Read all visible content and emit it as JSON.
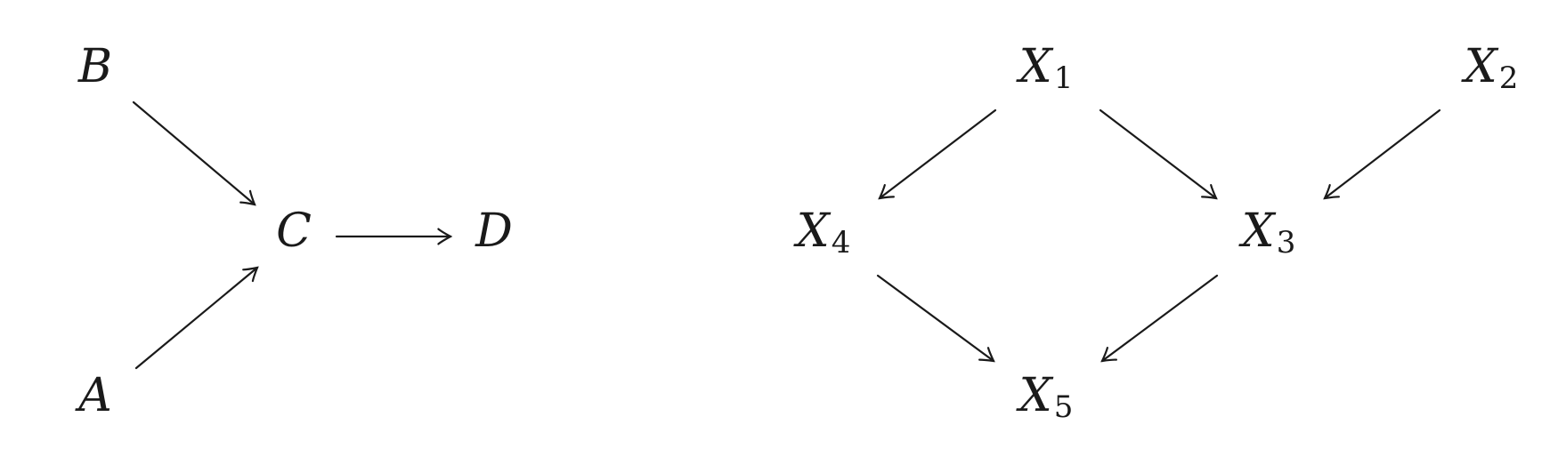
{
  "left_graph": {
    "nodes": [
      {
        "id": "B",
        "label": "B",
        "sub": ""
      },
      {
        "id": "C",
        "label": "C",
        "sub": ""
      },
      {
        "id": "D",
        "label": "D",
        "sub": ""
      },
      {
        "id": "A",
        "label": "A",
        "sub": ""
      }
    ],
    "edges": [
      {
        "from": "B",
        "to": "C"
      },
      {
        "from": "A",
        "to": "C"
      },
      {
        "from": "C",
        "to": "D"
      }
    ]
  },
  "right_graph": {
    "nodes": [
      {
        "id": "X1",
        "label": "X",
        "sub": "1"
      },
      {
        "id": "X2",
        "label": "X",
        "sub": "2"
      },
      {
        "id": "X4",
        "label": "X",
        "sub": "4"
      },
      {
        "id": "X3",
        "label": "X",
        "sub": "3"
      },
      {
        "id": "X5",
        "label": "X",
        "sub": "5"
      }
    ],
    "edges": [
      {
        "from": "X1",
        "to": "X4"
      },
      {
        "from": "X1",
        "to": "X3"
      },
      {
        "from": "X2",
        "to": "X3"
      },
      {
        "from": "X4",
        "to": "X5"
      },
      {
        "from": "X3",
        "to": "X5"
      }
    ]
  }
}
